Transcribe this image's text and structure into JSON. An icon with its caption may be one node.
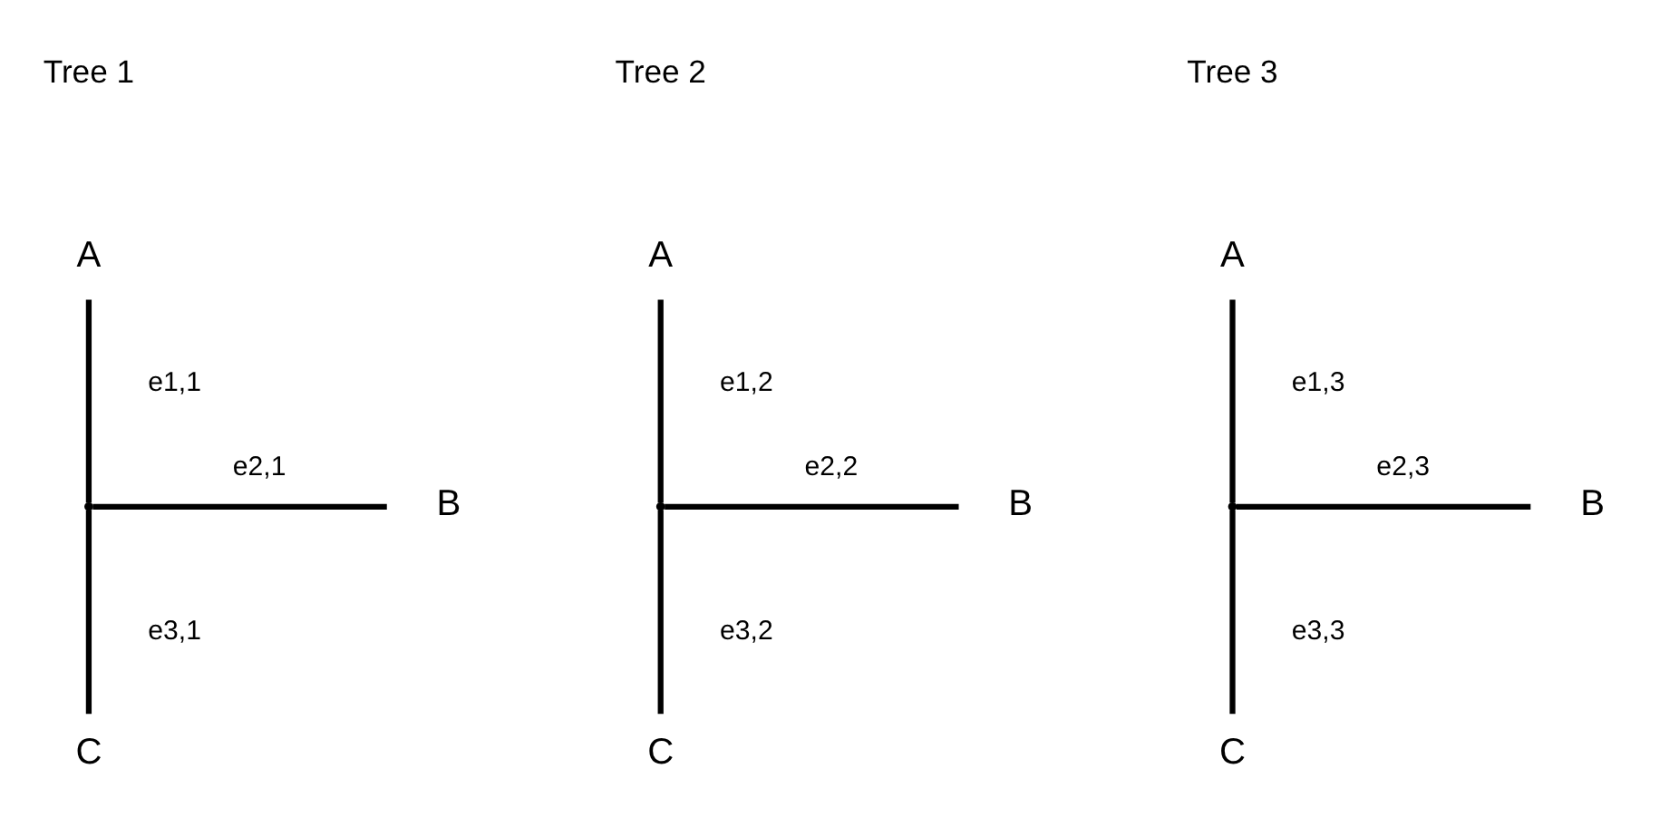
{
  "diagram": {
    "nodes": [
      {
        "text": [
          "A"
        ]
      },
      {
        "text": [],
        "shape": "point"
      },
      {
        "text": [
          "B"
        ]
      },
      {
        "text": [
          "C"
        ]
      },
      {
        "text": [
          "A"
        ]
      },
      {
        "text": [],
        "shape": "point"
      },
      {
        "text": [
          "B"
        ]
      },
      {
        "text": [
          "C"
        ]
      },
      {
        "text": [
          "A"
        ]
      },
      {
        "text": [],
        "shape": "point"
      },
      {
        "text": [
          "B"
        ]
      },
      {
        "text": [
          "C"
        ]
      }
    ],
    "edges": [
      {
        "from": 0,
        "to": 1,
        "arrow": "none",
        "label": "e1,1"
      },
      {
        "from": 1,
        "to": 2,
        "arrow": "none",
        "label": "e2,1"
      },
      {
        "from": 1,
        "to": 3,
        "arrow": "none",
        "label": "e3,1"
      },
      {
        "from": 4,
        "to": 5,
        "arrow": "none",
        "label": "e1,2"
      },
      {
        "from": 5,
        "to": 6,
        "arrow": "none",
        "label": "e2,2"
      },
      {
        "from": 5,
        "to": 7,
        "arrow": "none",
        "label": "e3,2"
      },
      {
        "from": 8,
        "to": 9,
        "arrow": "none",
        "label": "e1,3"
      },
      {
        "from": 9,
        "to": 10,
        "arrow": "none",
        "label": "e2,3"
      },
      {
        "from": 9,
        "to": 11,
        "arrow": "none",
        "label": "e3,3"
      }
    ],
    "labels": [
      "Tree 1",
      "Tree 2",
      "Tree 3"
    ]
  }
}
